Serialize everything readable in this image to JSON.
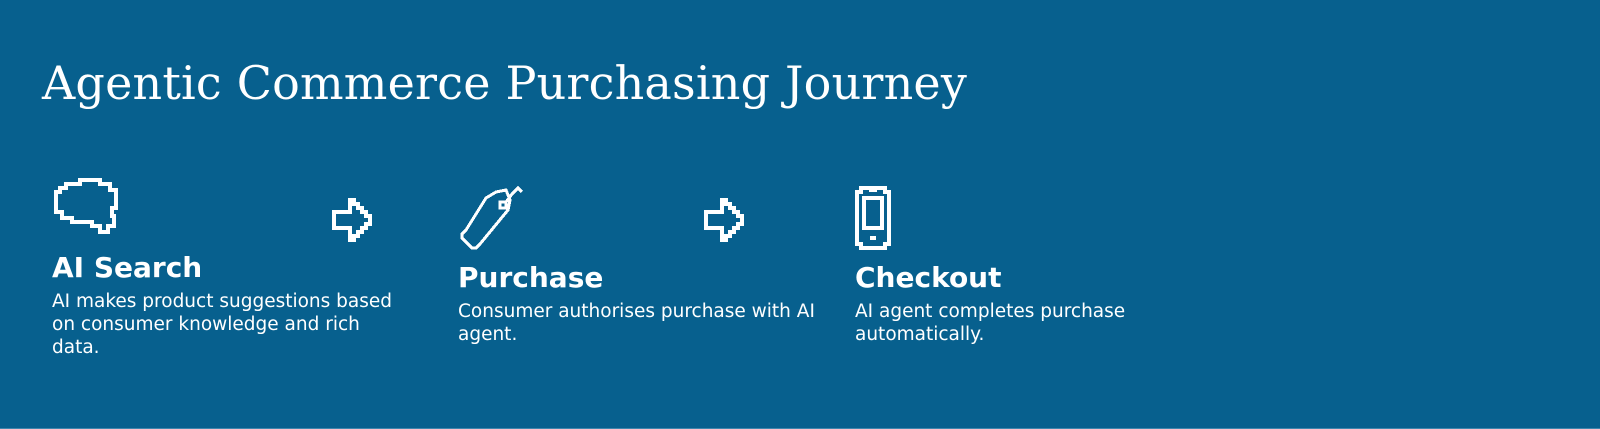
{
  "title": "Agentic Commerce Purchasing Journey",
  "colors": {
    "background": "#07608e",
    "foreground": "#ffffff"
  },
  "steps": [
    {
      "icon": "speech-bubble-icon",
      "title": "AI Search",
      "description": "AI makes product suggestions based on consumer knowledge and rich data."
    },
    {
      "icon": "price-tag-icon",
      "title": "Purchase",
      "description": "Consumer authorises purchase with AI agent."
    },
    {
      "icon": "smartphone-icon",
      "title": "Checkout",
      "description": "AI agent completes purchase automatically."
    }
  ],
  "connectors": [
    {
      "icon": "arrow-right-icon"
    },
    {
      "icon": "arrow-right-icon"
    }
  ]
}
